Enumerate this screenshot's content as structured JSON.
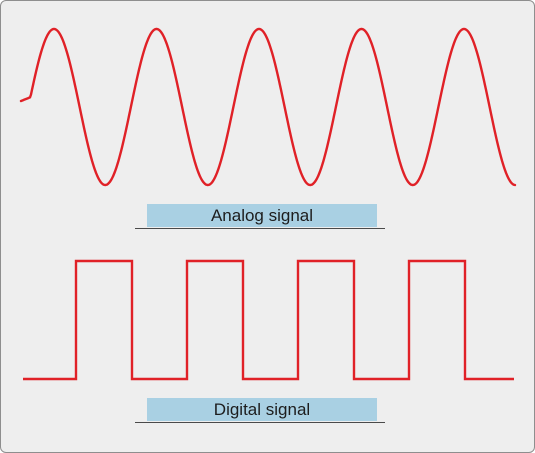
{
  "labels": {
    "analog": "Analog signal",
    "digital": "Digital signal"
  },
  "colors": {
    "signal": "#e02127",
    "background": "#eeeeee",
    "caption_fill": "#a9d0e3",
    "border": "#8e8e8e"
  },
  "waves": {
    "analog": {
      "type": "sine",
      "cycles": 5
    },
    "digital": {
      "type": "square",
      "pulses": 4
    }
  }
}
